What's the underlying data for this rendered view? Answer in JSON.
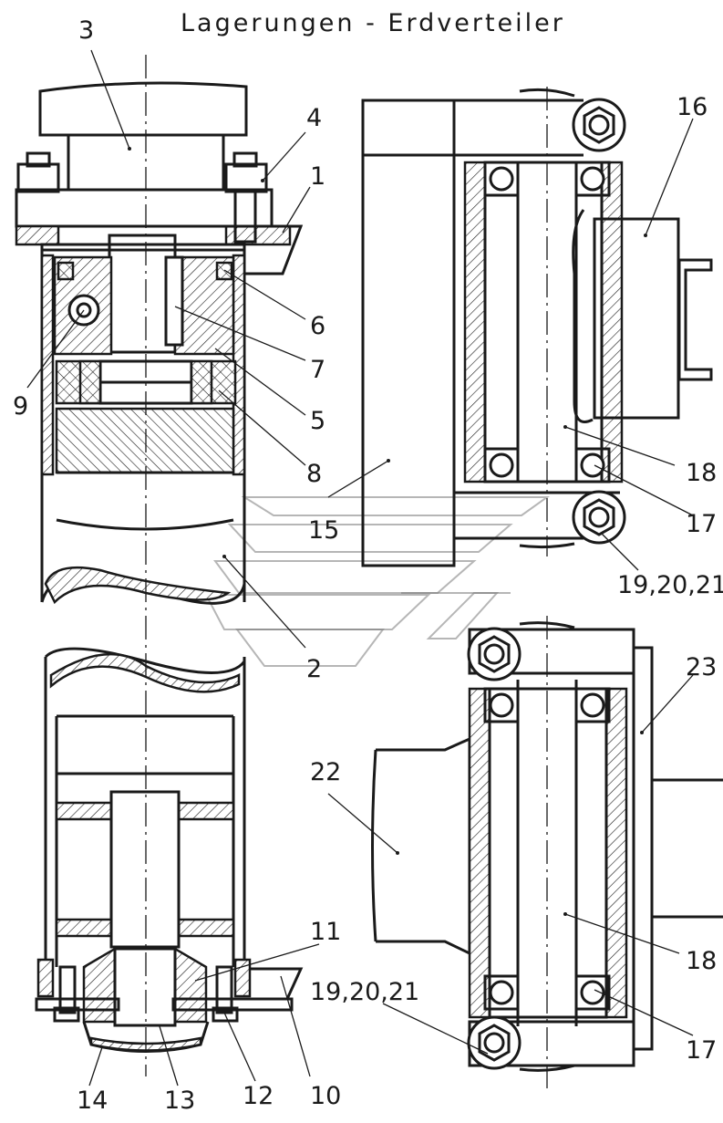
{
  "title": "Lagerungen - Erdverteiler",
  "callouts": {
    "c1": "1",
    "c2": "2",
    "c3": "3",
    "c4": "4",
    "c5": "5",
    "c6": "6",
    "c7": "7",
    "c8": "8",
    "c9": "9",
    "c10": "10",
    "c11": "11",
    "c12": "12",
    "c13": "13",
    "c14": "14",
    "c15": "15",
    "c16": "16",
    "c17a": "17",
    "c17b": "17",
    "c18a": "18",
    "c18b": "18",
    "c19a": "19,20,21",
    "c19b": "19,20,21",
    "c22": "22",
    "c23": "23"
  },
  "colors": {
    "line": "#1a1a1a",
    "background": "#ffffff",
    "watermark": "#7a7a7a"
  }
}
